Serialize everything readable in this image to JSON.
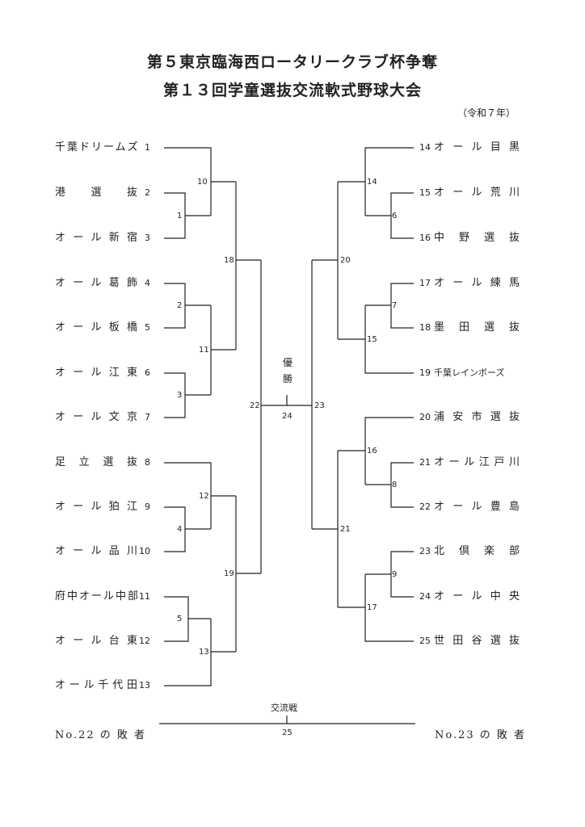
{
  "header": {
    "title_line1": "第５東京臨海西ロータリークラブ杯争奪",
    "title_line2": "第１３回学童選抜交流軟式野球大会",
    "era": "（令和７年）"
  },
  "left_teams": [
    {
      "no": "1",
      "name": "千葉ドリームズ"
    },
    {
      "no": "2",
      "name": "港　選　抜"
    },
    {
      "no": "3",
      "name": "オール新宿"
    },
    {
      "no": "4",
      "name": "オール葛飾"
    },
    {
      "no": "5",
      "name": "オール板橋"
    },
    {
      "no": "6",
      "name": "オール江東"
    },
    {
      "no": "7",
      "name": "オール文京"
    },
    {
      "no": "8",
      "name": "足立選抜"
    },
    {
      "no": "9",
      "name": "オール狛江"
    },
    {
      "no": "10",
      "name": "オール品川"
    },
    {
      "no": "11",
      "name": "府中オール中部"
    },
    {
      "no": "12",
      "name": "オール台東"
    },
    {
      "no": "13",
      "name": "オール千代田"
    }
  ],
  "right_teams": [
    {
      "no": "14",
      "name": "オール目黒"
    },
    {
      "no": "15",
      "name": "オール荒川"
    },
    {
      "no": "16",
      "name": "中野選抜"
    },
    {
      "no": "17",
      "name": "オール練馬"
    },
    {
      "no": "18",
      "name": "墨田選抜"
    },
    {
      "no": "19",
      "name": "千葉レインボーズ"
    },
    {
      "no": "20",
      "name": "浦安市選抜"
    },
    {
      "no": "21",
      "name": "オール江戸川"
    },
    {
      "no": "22",
      "name": "オール豊島"
    },
    {
      "no": "23",
      "name": "北倶楽部"
    },
    {
      "no": "24",
      "name": "オール中央"
    },
    {
      "no": "25",
      "name": "世田谷選抜"
    }
  ],
  "final": {
    "label": "優勝",
    "game": "24",
    "left_game": "22",
    "right_game": "23"
  },
  "exchange": {
    "label": "交流戦",
    "game": "25",
    "left": "No.22 の 敗 者",
    "right": "No.23 の 敗 者"
  },
  "games": {
    "g1": "1",
    "g2": "2",
    "g3": "3",
    "g4": "4",
    "g5": "5",
    "g6": "6",
    "g7": "7",
    "g8": "8",
    "g9": "9",
    "g10": "10",
    "g11": "11",
    "g12": "12",
    "g13": "13",
    "g14": "14",
    "g15": "15",
    "g16": "16",
    "g17": "17",
    "g18": "18",
    "g19": "19",
    "g20": "20",
    "g21": "21"
  }
}
